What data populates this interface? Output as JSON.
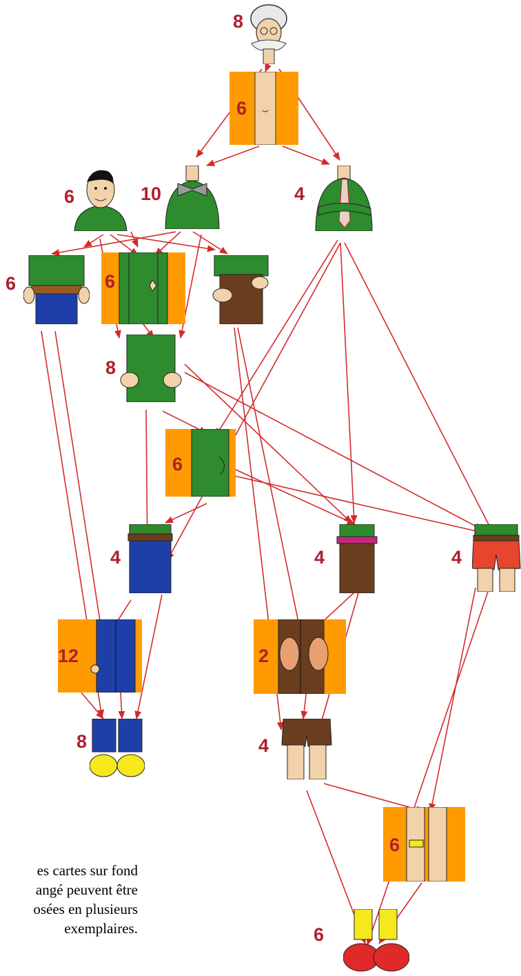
{
  "nodes": [
    {
      "id": "head-old-man",
      "number": "8"
    },
    {
      "id": "bare-torso",
      "number": "6"
    },
    {
      "id": "head-young-man",
      "number": "6"
    },
    {
      "id": "bowtie-shoulders",
      "number": "10"
    },
    {
      "id": "tie-crossed-arms",
      "number": "4"
    },
    {
      "id": "green-blue-waist",
      "number": "6"
    },
    {
      "id": "green-shirt-patch",
      "number": "6"
    },
    {
      "id": "green-brown-waist",
      "number": ""
    },
    {
      "id": "green-fists",
      "number": "8"
    },
    {
      "id": "green-shirt-side",
      "number": "6"
    },
    {
      "id": "blue-trousers-belt",
      "number": "4"
    },
    {
      "id": "brown-trousers-belt",
      "number": "4"
    },
    {
      "id": "red-shorts",
      "number": "4"
    },
    {
      "id": "blue-trousers-legs",
      "number": "12"
    },
    {
      "id": "brown-trousers-hands",
      "number": "2"
    },
    {
      "id": "blue-trousers-shoes",
      "number": "8"
    },
    {
      "id": "brown-shorts",
      "number": "4"
    },
    {
      "id": "bare-legs",
      "number": "6"
    },
    {
      "id": "clown-shoes",
      "number": "6"
    }
  ],
  "note_lines": [
    "es cartes sur fond",
    "angé peuvent être",
    "osées en plusieurs",
    "exemplaires."
  ],
  "colors": {
    "arrow": "#d42a2a",
    "number": "#b01e2e",
    "orange_background": "#ff9a00",
    "shirt_green": "#2e8b2e",
    "skin": "#f2d2aa",
    "blue_trousers": "#1f3fa8",
    "brown_trousers": "#6b3d1f",
    "red_shorts": "#e6452e",
    "yellow_shoes": "#f7e81e"
  }
}
